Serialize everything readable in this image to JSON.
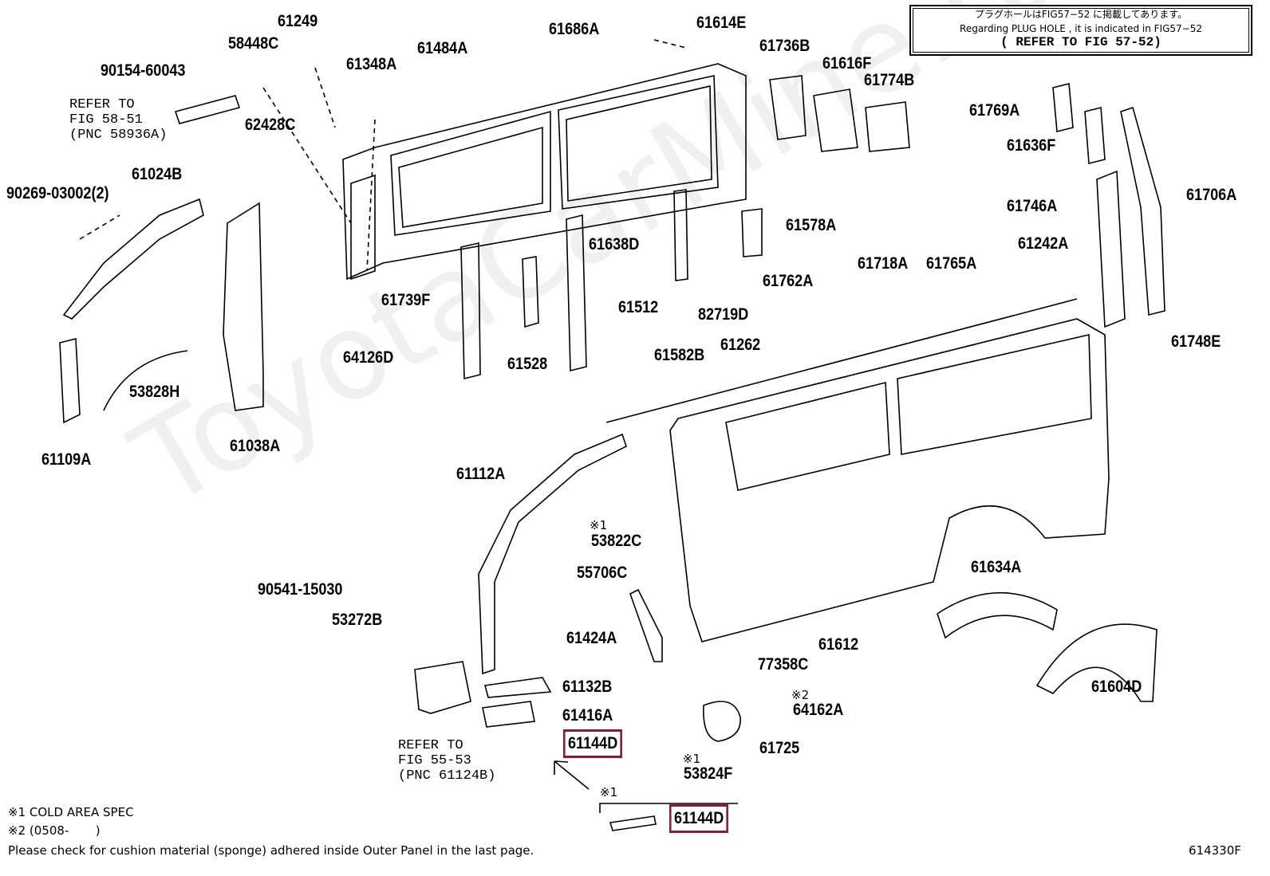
{
  "notice": {
    "line1": "プラグホールはFIG57−52 に掲載してあります。",
    "line2": "Regarding PLUG HOLE , it is indicated in FIG57−52",
    "line3": "( REFER TO FIG 57-52)"
  },
  "watermark": "ToyotaCarMine.ru",
  "labels": {
    "p61249": "61249",
    "p58448C": "58448C",
    "p90154": "90154-60043",
    "p61348A": "61348A",
    "p61484A": "61484A",
    "p61686A": "61686A",
    "p61614E": "61614E",
    "p61736B": "61736B",
    "p61616F": "61616F",
    "p61774B": "61774B",
    "p61769A": "61769A",
    "p61636F": "61636F",
    "p61706A": "61706A",
    "p61746A": "61746A",
    "p62428C": "62428C",
    "p61024B": "61024B",
    "p90269": "90269-03002(2)",
    "p61578A": "61578A",
    "p61638D": "61638D",
    "p61242A": "61242A",
    "p61718A": "61718A",
    "p61765A": "61765A",
    "p61762A": "61762A",
    "p61739F": "61739F",
    "p61512": "61512",
    "p82719D": "82719D",
    "p61748E": "61748E",
    "p64126D": "64126D",
    "p61528": "61528",
    "p61582B": "61582B",
    "p61262": "61262",
    "p53828H": "53828H",
    "p61109A": "61109A",
    "p61038A": "61038A",
    "p61112A": "61112A",
    "p53822C": "53822C",
    "p55706C": "55706C",
    "p90541": "90541-15030",
    "p53272B": "53272B",
    "p61424A": "61424A",
    "p61612": "61612",
    "p61634A": "61634A",
    "p61604D": "61604D",
    "p77358C": "77358C",
    "p61132B": "61132B",
    "p64162A": "64162A",
    "p61416A": "61416A",
    "p61725": "61725",
    "p61144D_a": "61144D",
    "p53824F": "53824F",
    "p61144D_b": "61144D"
  },
  "marks": {
    "m1_a": "※1",
    "m2_a": "※2",
    "m1_b": "※1",
    "m1_c": "※1"
  },
  "refs": {
    "fig58": "REFER TO\nFIG 58-51\n(PNC 58936A)",
    "fig55": "REFER TO\nFIG 55-53\n(PNC 61124B)"
  },
  "footer": {
    "note1": "※1 COLD AREA SPEC",
    "note2": "※2 (0508-       )",
    "note3": "Please check for cushion material (sponge) adhered inside Outer Panel in the last page.",
    "figcode": "614330F"
  },
  "colors": {
    "highlight": "#8b1a33",
    "line": "#000000"
  }
}
